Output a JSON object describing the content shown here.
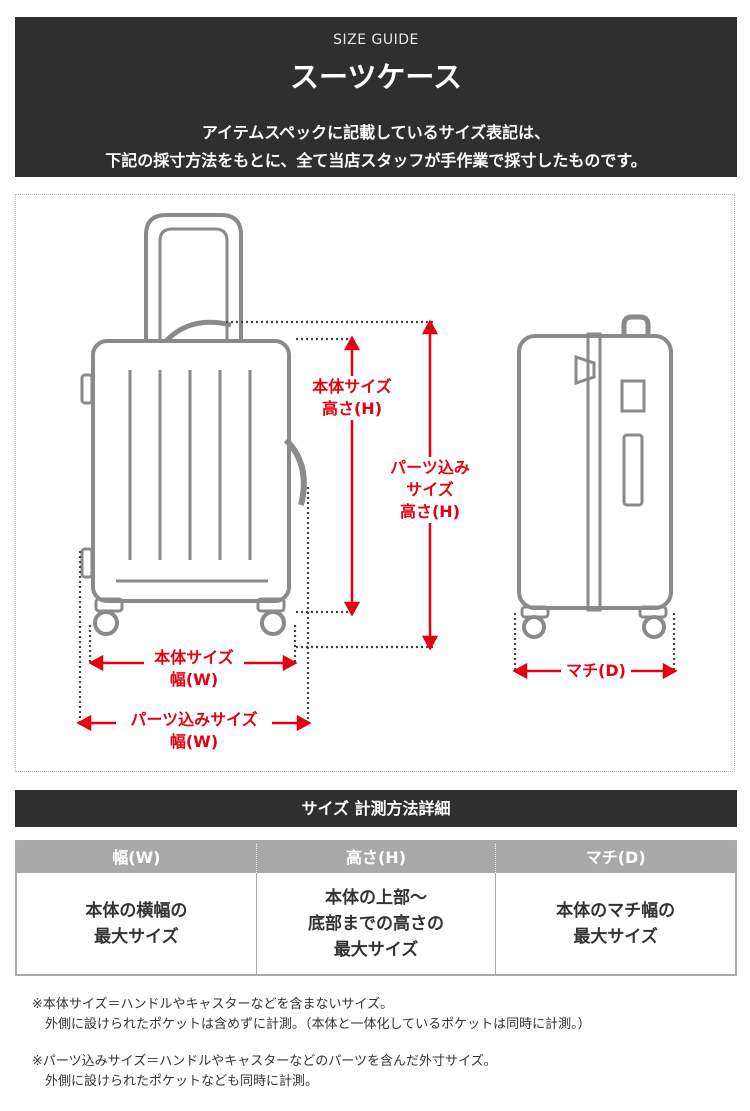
{
  "header": {
    "kicker": "SIZE GUIDE",
    "title": "スーツケース",
    "description_line1": "アイテムスペックに記載しているサイズ表記は、",
    "description_line2": "下記の採寸方法をもとに、全て当店スタッフが手作業で採寸したものです。"
  },
  "diagram": {
    "body_height_line1": "本体サイズ",
    "body_height_line2": "高さ(H)",
    "parts_height_line1": "パーツ込み",
    "parts_height_line2": "サイズ",
    "parts_height_line3": "高さ(H)",
    "body_width_line1": "本体サイズ",
    "body_width_line2": "幅(W)",
    "parts_width_line1": "パーツ込みサイズ",
    "parts_width_line2": "幅(W)",
    "depth_label": "マチ(D)",
    "colors": {
      "accent": "#e60012",
      "outline": "#8a8a8a",
      "dotted": "#444444"
    }
  },
  "section": {
    "title": "サイズ 計測方法詳細"
  },
  "table": {
    "columns": [
      {
        "header": "幅(W)",
        "lines": [
          "本体の横幅の",
          "最大サイズ"
        ]
      },
      {
        "header": "高さ(H)",
        "lines": [
          "本体の上部～",
          "底部までの高さの",
          "最大サイズ"
        ]
      },
      {
        "header": "マチ(D)",
        "lines": [
          "本体のマチ幅の",
          "最大サイズ"
        ]
      }
    ]
  },
  "notes": [
    {
      "line1": "※本体サイズ＝ハンドルやキャスターなどを含まないサイズ。",
      "line2": "外側に設けられたポケットは含めずに計測。（本体と一体化しているポケットは同時に計測。）"
    },
    {
      "line1": "※パーツ込みサイズ＝ハンドルやキャスターなどのパーツを含んだ外寸サイズ。",
      "line2": "外側に設けられたポケットなども同時に計測。"
    }
  ]
}
